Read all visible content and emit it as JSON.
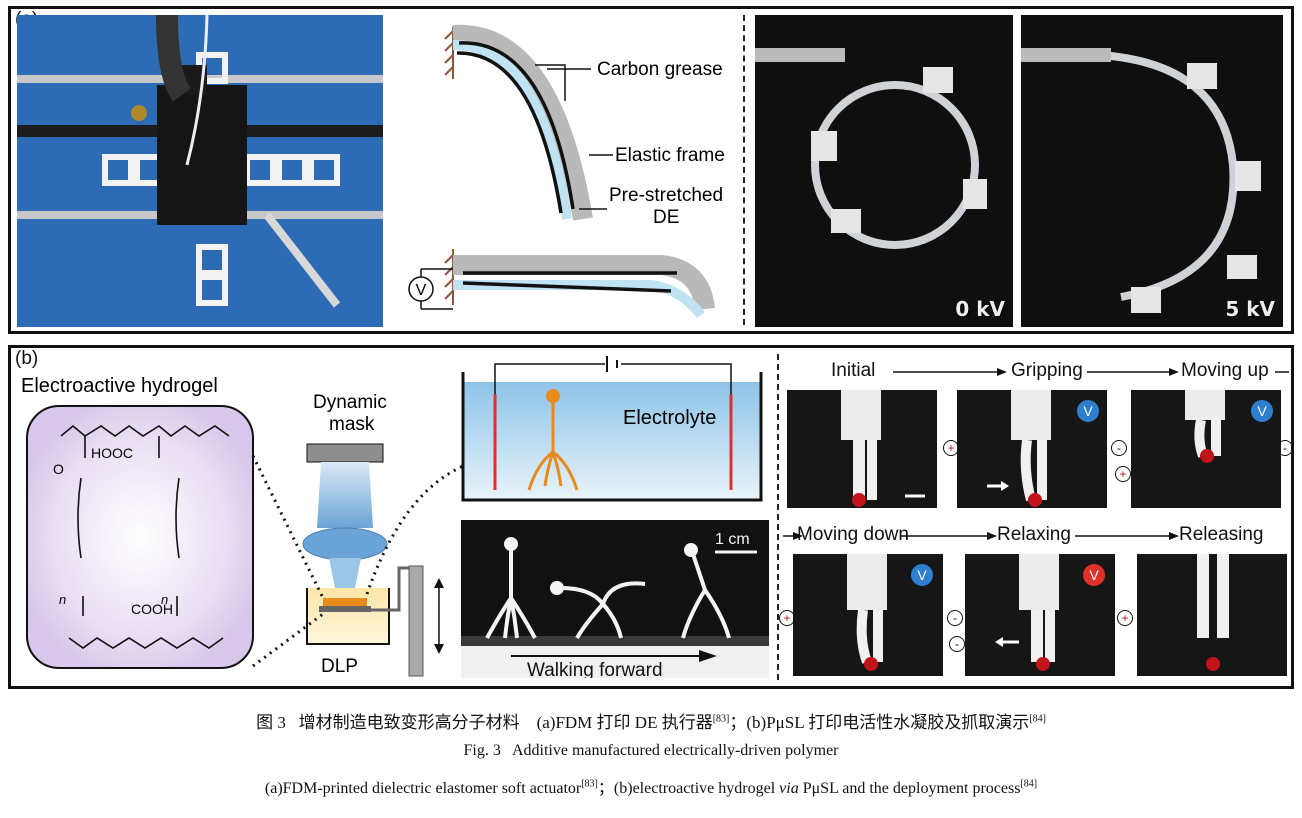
{
  "panel_a": {
    "label": "(a)",
    "annotations": {
      "carbon_grease": "Carbon grease",
      "elastic_frame": "Elastic frame",
      "pre_stretched": "Pre-stretched",
      "de": "DE",
      "voltage_symbol": "V"
    },
    "photo_labels": {
      "left": "0 kV",
      "right": "5 kV"
    }
  },
  "panel_b": {
    "label": "(b)",
    "hydrogel_title": "Electroactive hydrogel",
    "chem": {
      "hooc": "HOOC",
      "cooh": "COOH",
      "n1": "n",
      "n2": "n",
      "o": "O"
    },
    "dynamic_mask": "Dynamic\nmask",
    "dlp": "DLP",
    "electrolyte": "Electrolyte",
    "scale": "1 cm",
    "walking": "Walking forward",
    "steps": {
      "initial": "Initial",
      "gripping": "Gripping",
      "moving_up": "Moving up",
      "moving_down": "Moving down",
      "relaxing": "Relaxing",
      "releasing": "Releasing"
    },
    "badge_v": "V",
    "plus": "+",
    "minus": "-"
  },
  "caption": {
    "zh_fig": "图 3",
    "zh_title": "增材制造电致变形高分子材料",
    "zh_a": "(a)FDM 打印 DE 执行器",
    "zh_ref_a": "[83]",
    "zh_sep": "；",
    "zh_b": "(b)PμSL 打印电活性水凝胶及抓取演示",
    "zh_ref_b": "[84]",
    "en_fig": "Fig. 3",
    "en_title": "Additive manufactured electrically-driven polymer",
    "en_a": "(a)FDM-printed dielectric elastomer soft actuator",
    "en_ref_a": "[83]",
    "en_sep": "；",
    "en_b_pre": "(b)electroactive hydrogel ",
    "en_b_via": "via",
    "en_b_post": " PμSL and the deployment process",
    "en_ref_b": "[84]"
  },
  "colors": {
    "printer_bg": "#2f6fb7",
    "frame_gray": "#b9b9b9",
    "de_blue": "#bfe3f3",
    "orange": "#e98a1c",
    "red_badge": "#e0302a",
    "blue_badge": "#2f7fd1"
  }
}
